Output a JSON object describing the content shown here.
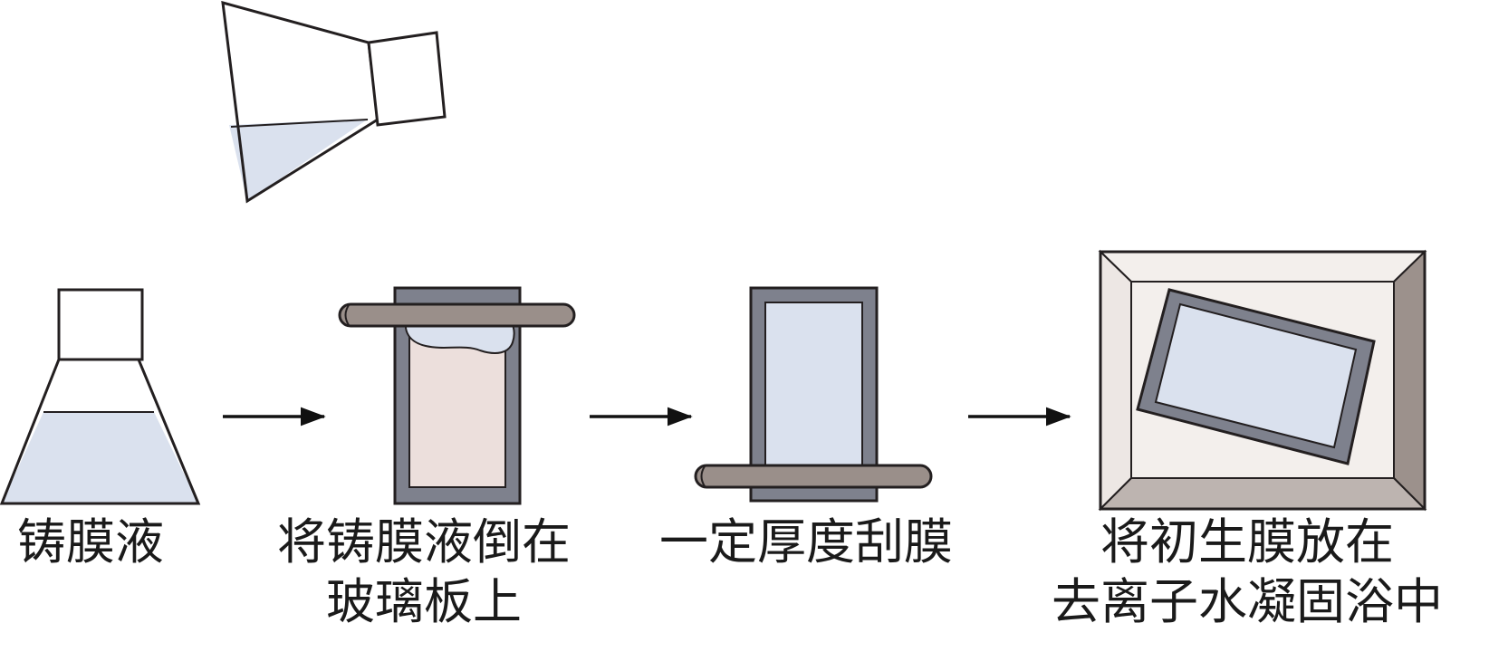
{
  "steps": [
    {
      "lines": [
        "铸膜液"
      ]
    },
    {
      "lines": [
        "将铸膜液倒在",
        "玻璃板上"
      ]
    },
    {
      "lines": [
        "一定厚度刮膜"
      ]
    },
    {
      "lines": [
        "将初生膜放在",
        "去离子水凝固浴中"
      ]
    }
  ],
  "colors": {
    "stroke": "#231f20",
    "liquid": "#dae1ee",
    "plate_frame": "#7e818d",
    "poured_film": "#ecdfdc",
    "rod": "#9a8f8a",
    "tray_floor": "#f3efec",
    "tray_side_right": "#9c918c",
    "tray_side_bottom": "#bdb4b0",
    "tray_side_left": "#ede7e4",
    "arrow": "#111111"
  }
}
